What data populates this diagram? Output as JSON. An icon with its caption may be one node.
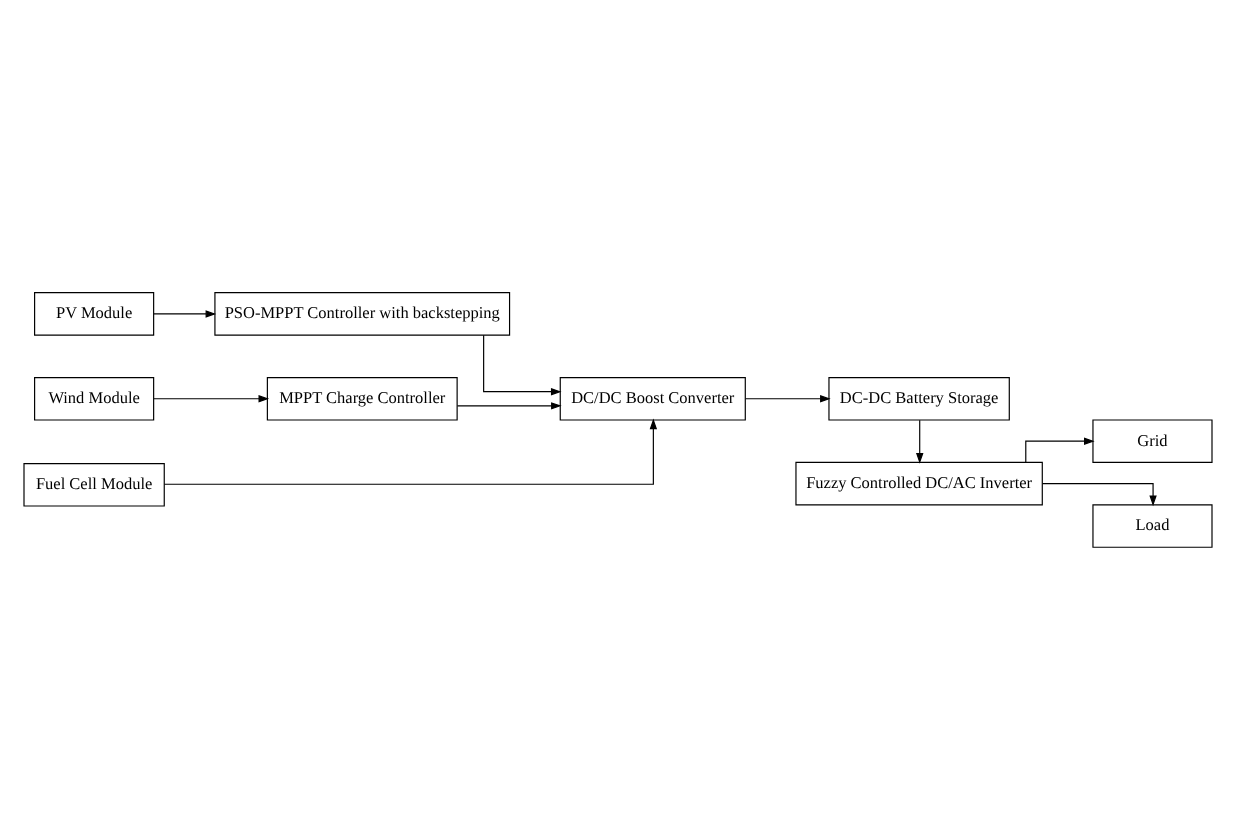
{
  "diagram": {
    "nodes": [
      {
        "text": [
          "PV Module"
        ]
      },
      {
        "text": [
          "PSO-MPPT Controller with backstepping"
        ]
      },
      {
        "text": [
          "DC/DC Boost Converter"
        ]
      },
      {
        "text": [
          "DC-DC Battery Storage"
        ]
      },
      {
        "text": [
          "Wind Module"
        ]
      },
      {
        "text": [
          "MPPT Charge Controller"
        ]
      },
      {
        "text": [
          "Fuel Cell Module"
        ]
      },
      {
        "text": [
          "Fuzzy Controlled DC/AC Inverter"
        ]
      },
      {
        "text": [
          "Grid"
        ]
      },
      {
        "text": [
          "Load"
        ]
      }
    ],
    "edges": [
      {
        "from": 0,
        "to": 1,
        "arrow": "to"
      },
      {
        "from": 1,
        "to": 2,
        "arrow": "to"
      },
      {
        "from": 5,
        "to": 2,
        "arrow": "to"
      },
      {
        "from": 2,
        "to": 3,
        "arrow": "to"
      },
      {
        "from": 4,
        "to": 5,
        "arrow": "to"
      },
      {
        "from": 6,
        "to": 2,
        "arrow": "to"
      },
      {
        "from": 3,
        "to": 7,
        "arrow": "to"
      },
      {
        "from": 7,
        "to": 8,
        "arrow": "to"
      },
      {
        "from": 7,
        "to": 9,
        "arrow": "to"
      }
    ]
  }
}
